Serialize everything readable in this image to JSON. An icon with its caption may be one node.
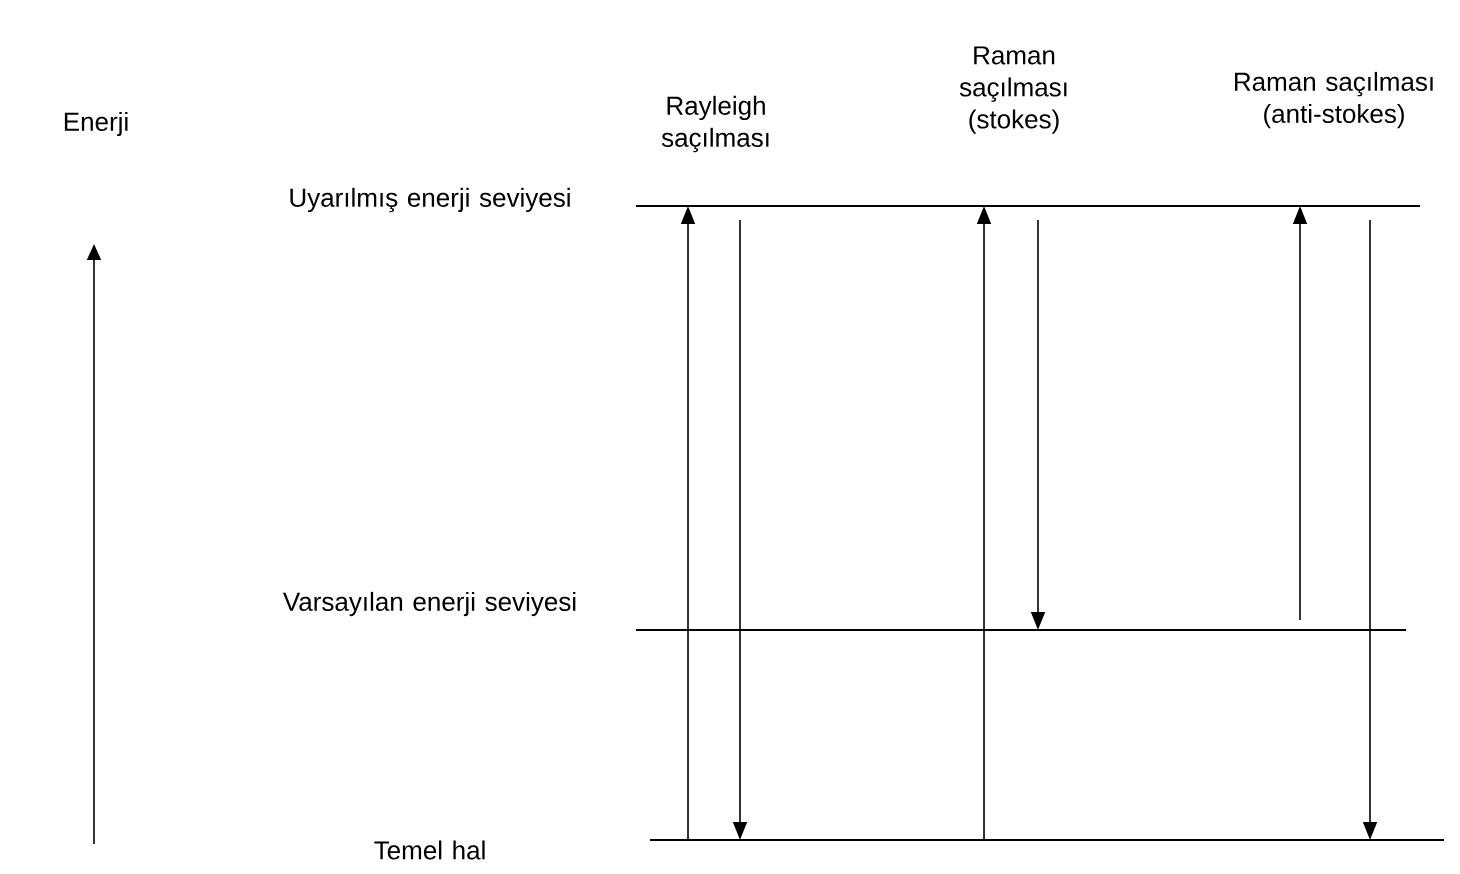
{
  "diagram": {
    "nodes": [
      {
        "text": [],
        "shape": "bar"
      },
      {
        "text": [],
        "shape": "bar"
      },
      {
        "text": [],
        "shape": "bar"
      }
    ],
    "edges": [
      {
        "from": 2,
        "to": 0,
        "arrow": "to"
      },
      {
        "from": 0,
        "to": 2,
        "arrow": "to"
      },
      {
        "from": 2,
        "to": 0,
        "arrow": "to"
      },
      {
        "from": 0,
        "to": 1,
        "arrow": "to"
      },
      {
        "from": 1,
        "to": 0,
        "arrow": "to"
      },
      {
        "from": 0,
        "to": 2,
        "arrow": "to"
      }
    ],
    "labels": [
      "Enerji",
      "Uyarılmış enerji seviyesi",
      "Rayleigh saçılması",
      "Raman saçılması (stokes)",
      "Raman saçılması (anti-stokes)",
      "Varsayılan enerji seviyesi",
      "Temel hal"
    ]
  }
}
